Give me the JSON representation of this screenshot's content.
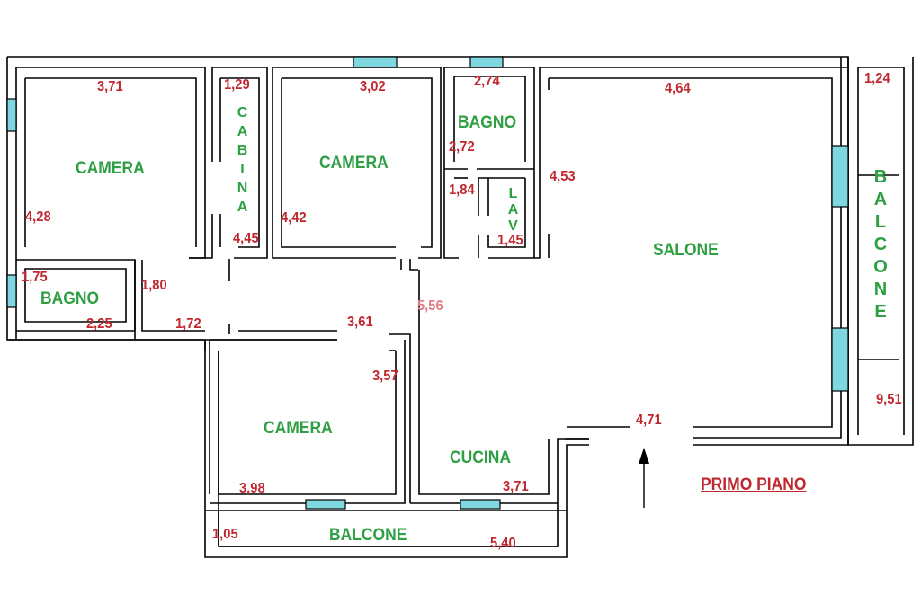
{
  "title": "PRIMO PIANO",
  "colors": {
    "walls": "#000000",
    "rooms": "#2ea043",
    "dimensions": "#c0282f",
    "windows": "#7fd8e0",
    "highlight_dim": "#e07a82"
  },
  "rooms": {
    "camera_1": "CAMERA",
    "cabina": "CABINA",
    "camera_2": "CAMERA",
    "bagno_1": "BAGNO",
    "lav": "LAV",
    "salone": "SALONE",
    "balcone_right": "BALCONE",
    "bagno_2": "BAGNO",
    "camera_3": "CAMERA",
    "cucina": "CUCINA",
    "balcone_bottom": "BALCONE"
  },
  "dimensions": {
    "camera1_w": "3,71",
    "camera1_h": "4,28",
    "cabina_w": "1,29",
    "cabina_h": "4,45",
    "camera2_w": "3,02",
    "camera2_h": "4,42",
    "bagno1_w": "2,74",
    "bagno1_h": "2,72",
    "lav_w": "1,45",
    "lav_h": "1,84",
    "salone_w": "4,64",
    "salone_h": "4,53",
    "balcone_right_w": "1,24",
    "balcone_right_h": "9,51",
    "bagno2_h": "1,75",
    "bagno2_w": "2,25",
    "corridor_h": "1,80",
    "corridor_w1": "1,72",
    "corridor_w2": "3,61",
    "corridor_h2": "5,56",
    "camera3_h": "3,57",
    "camera3_w": "3,98",
    "cucina_w": "3,71",
    "salone_bottom_w": "4,71",
    "balcone_bottom_h": "1,05",
    "balcone_bottom_w": "5,40"
  }
}
